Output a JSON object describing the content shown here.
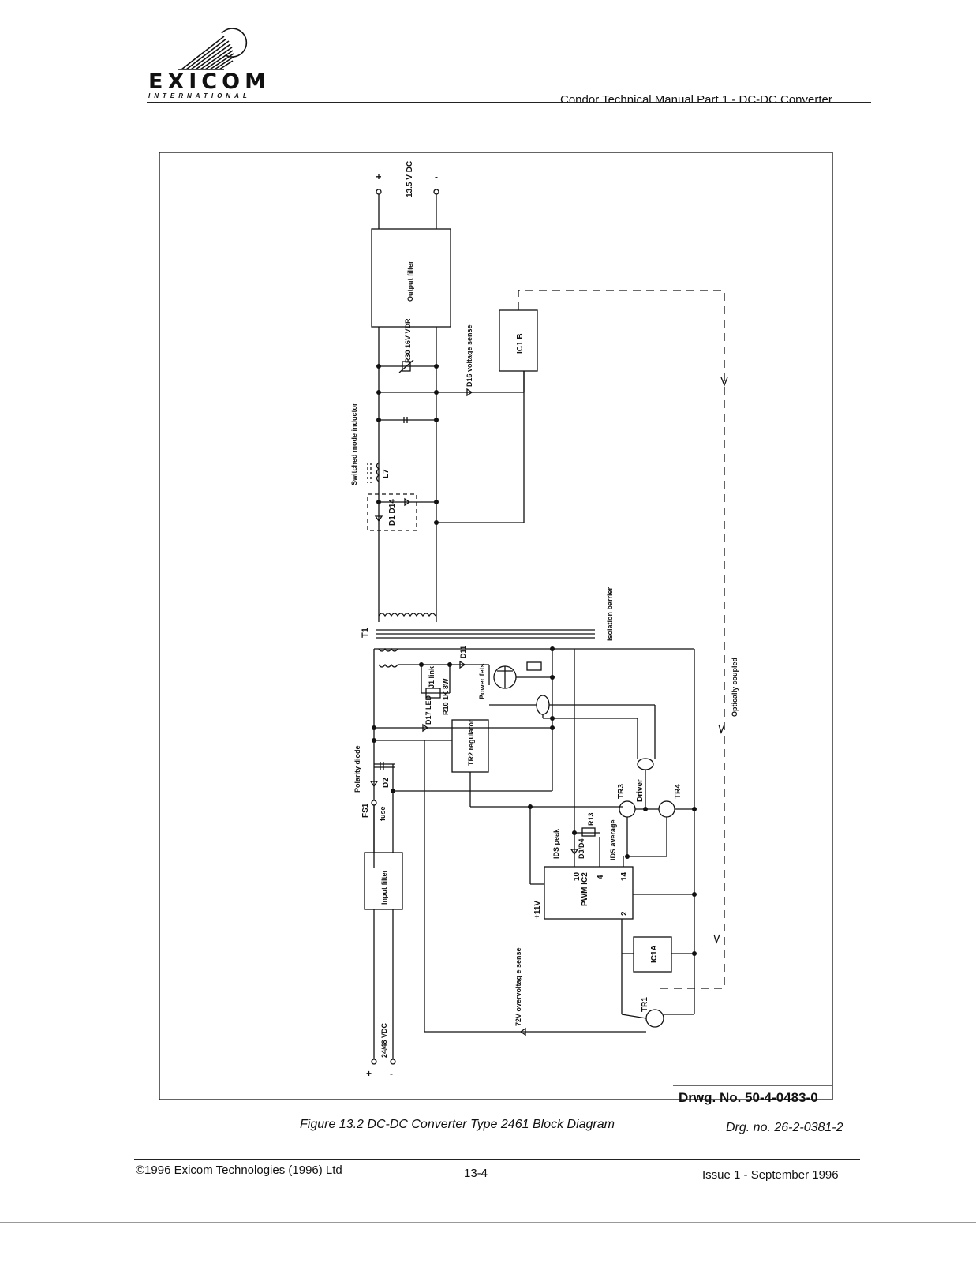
{
  "header": {
    "logo_word": "EXICOM",
    "logo_sub": "INTERNATIONAL",
    "title": "Condor Technical Manual Part 1 - DC-DC Converter"
  },
  "diagram": {
    "drawing_number": "Drwg. No. 50-4-0483-0",
    "labels": {
      "out_plus": "+",
      "out_minus": "-",
      "out_voltage": "13.5 V DC",
      "output_filter": "Output filter",
      "ic1b": "IC1 B",
      "r30": "R30 16V VDR",
      "d16": "D16 voltage sense",
      "switched_inductor": "Switched mode inductor",
      "l7": "L7",
      "d1_d14": "D1 D14",
      "t1": "T1",
      "isolation": "Isolation barrier",
      "d11": "D11",
      "j1": "J1 link",
      "r10": "R10 1K 8W",
      "power_fets": "Power fets",
      "d17": "D17 LED",
      "tr2": "TR2 regulator",
      "polarity": "Polarity diode",
      "d2": "D2",
      "fs1": "FS1",
      "fuse": "fuse",
      "input_filter": "Input filter",
      "tr3": "TR3",
      "driver": "Driver",
      "tr4": "TR4",
      "optically_coupled": "Optically coupled",
      "r13": "R13",
      "ids_peak": "IDS peak",
      "d3d4": "D3/D4",
      "ids_average": "IDS average",
      "pin10": "10",
      "pin4": "4",
      "pin14": "14",
      "pin2": "2",
      "plus11v": "+11V",
      "pwm": "PWM IC2",
      "ic1a": "IC1A",
      "tr1": "TR1",
      "overvoltage": "72V overvoltag e sense",
      "in_voltage": "24/48 VDC",
      "in_plus": "+",
      "in_minus": "-"
    }
  },
  "caption": "Figure 13.2 DC-DC Converter Type 2461 Block Diagram",
  "drawing_ref": "Drg. no. 26-2-0381-2",
  "footer": {
    "copyright": "©1996 Exicom Technologies (1996) Ltd",
    "page": "13-4",
    "issue": "Issue 1 - September 1996"
  }
}
